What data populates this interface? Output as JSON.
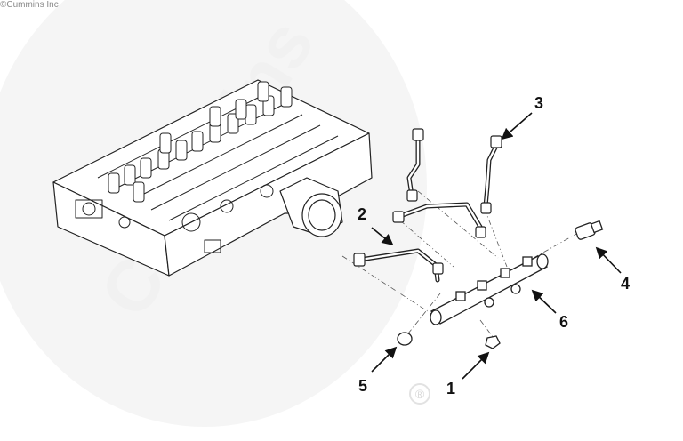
{
  "copyright": "©Cummins Inc",
  "watermark": {
    "brand": "Cummins",
    "registered_mark": "®"
  },
  "callouts": [
    {
      "id": "1",
      "label": "1"
    },
    {
      "id": "2",
      "label": "2"
    },
    {
      "id": "3",
      "label": "3"
    },
    {
      "id": "4",
      "label": "4"
    },
    {
      "id": "5",
      "label": "5"
    },
    {
      "id": "6",
      "label": "6"
    }
  ],
  "colors": {
    "line": "#222222",
    "watermark": "#eeeeee",
    "background": "#ffffff"
  }
}
